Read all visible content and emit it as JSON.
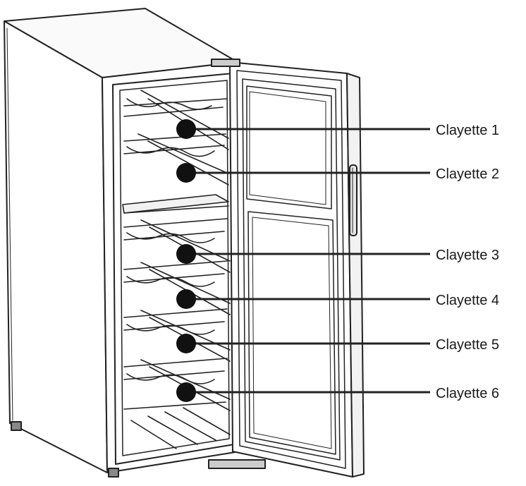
{
  "diagram": {
    "subject": "wine-cooler",
    "line_color": "#222222",
    "marker_color": "#111111",
    "callouts": [
      {
        "id": "shelf-1",
        "label": "Clayette 1"
      },
      {
        "id": "shelf-2",
        "label": "Clayette 2"
      },
      {
        "id": "shelf-3",
        "label": "Clayette 3"
      },
      {
        "id": "shelf-4",
        "label": "Clayette 4"
      },
      {
        "id": "shelf-5",
        "label": "Clayette 5"
      },
      {
        "id": "shelf-6",
        "label": "Clayette 6"
      }
    ]
  }
}
